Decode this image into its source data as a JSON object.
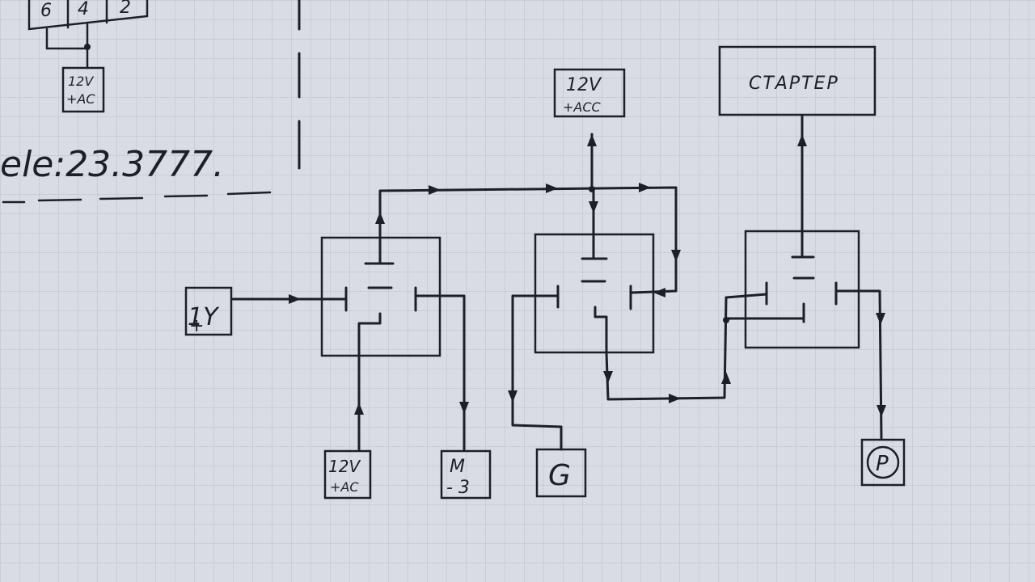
{
  "top_left_block": {
    "digits": [
      "6",
      "4",
      "2"
    ],
    "label_line1": "12V",
    "label_line2": "+AC"
  },
  "note_text": "ele:23.3777.",
  "nodes": {
    "acc_top": {
      "line1": "12V",
      "line2": "+ACC"
    },
    "starter": {
      "label": "СТАРТЕР"
    },
    "input_y": {
      "line1": "1Y",
      "line2": "+"
    },
    "bottom_12v": {
      "line1": "12V",
      "line2": "+AC"
    },
    "m3": {
      "line1": "M",
      "line2": "- 3"
    },
    "g": {
      "label": "G"
    },
    "p": {
      "label": "P"
    }
  }
}
